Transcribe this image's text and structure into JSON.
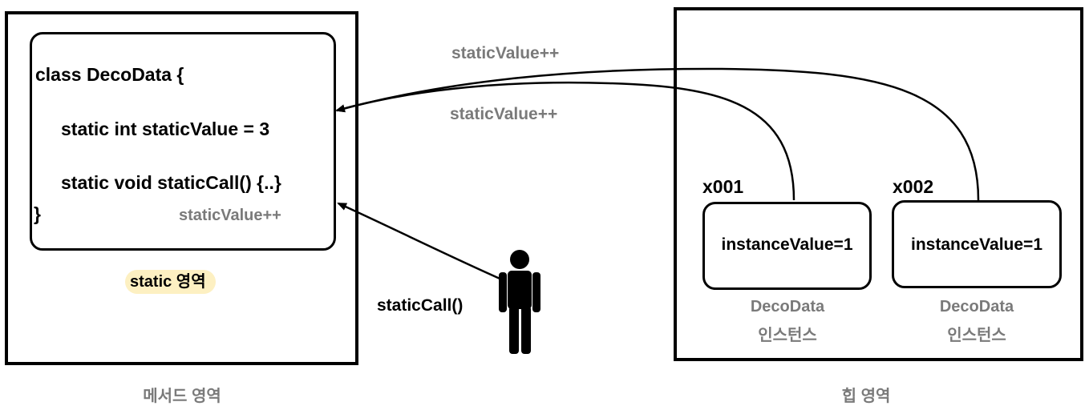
{
  "method_area": {
    "label": "메서드 영역",
    "static_area_label": "static 영역",
    "code_lines": [
      "class DecoData {",
      "static int staticValue = 3",
      "static void staticCall() {..}",
      "}"
    ],
    "inner_annotation": "staticValue++"
  },
  "arrows": {
    "top_label": "staticValue++",
    "middle_label": "staticValue++",
    "call_label": "staticCall()"
  },
  "heap_area": {
    "label": "힙 영역",
    "instances": [
      {
        "address": "x001",
        "field": "instanceValue=1",
        "caption_line1": "DecoData",
        "caption_line2": "인스턴스"
      },
      {
        "address": "x002",
        "field": "instanceValue=1",
        "caption_line1": "DecoData",
        "caption_line2": "인스턴스"
      }
    ]
  },
  "colors": {
    "highlight": "#fdf0c2",
    "gray_text": "#7a7a7a"
  },
  "icons": [
    "person-icon"
  ]
}
